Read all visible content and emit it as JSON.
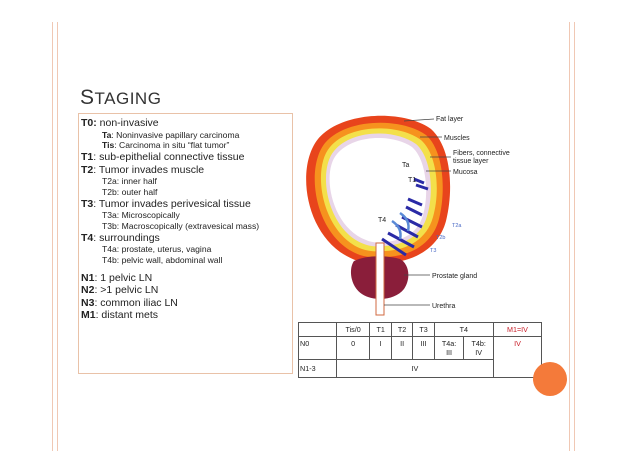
{
  "slide": {
    "title_cap": "S",
    "title_rest": "TAGING",
    "accent_color": "#f47a3a",
    "line_color": "#f0c8b4"
  },
  "textbox": {
    "t0": {
      "code": "T0:",
      "text": " non-invasive"
    },
    "ta": {
      "code": "Ta",
      "text": ": Noninvasive papillary carcinoma"
    },
    "tis": {
      "code": "Tis",
      "text": ": Carcinoma  in situ “flat tumor”"
    },
    "t1": {
      "code": "T1",
      "text": ":  sub-epithelial connective tissue"
    },
    "t2": {
      "code": "T2",
      "text": ": Tumor invades muscle"
    },
    "t2a": "T2a: inner half",
    "t2b": "T2b: outer half",
    "t3": {
      "code": "T3",
      "text": ": Tumor invades perivesical tissue"
    },
    "t3a": "T3a: Microscopically",
    "t3b": "T3b: Macroscopically (extravesical mass)",
    "t4": {
      "code": "T4",
      "text": ": surroundings"
    },
    "t4a": "T4a: prostate, uterus, vagina",
    "t4b": "T4b: pelvic wall, abdominal wall",
    "n1": {
      "code": "N1",
      "text": ": 1 pelvic LN"
    },
    "n2": {
      "code": "N2",
      "text": ": >1 pelvic LN"
    },
    "n3": {
      "code": "N3",
      "text": ":  common iliac LN"
    },
    "m1": {
      "code": "M1",
      "text": ": distant mets"
    }
  },
  "diagram": {
    "labels": {
      "fat_layer": "Fat layer",
      "muscles": "Muscles",
      "fibers_1": "Fibers, connective",
      "fibers_2": "tissue layer",
      "mucosa": "Mucosa",
      "prostate": "Prostate gland",
      "urethra": "Urethra",
      "ta": "Ta",
      "t1": "T1",
      "t4": "T4",
      "t2a": "T2a",
      "t2b": "T2b",
      "t3": "T3"
    }
  },
  "table": {
    "header": [
      "",
      "Tis/0",
      "T1",
      "T2",
      "T3",
      "T4",
      "M1=IV"
    ],
    "row_n0": {
      "label": "N0",
      "cells": [
        "0",
        "I",
        "II",
        "III"
      ],
      "t4a": [
        "T4a:",
        "III"
      ],
      "t4b": [
        "T4b:",
        "IV"
      ],
      "m1": "IV"
    },
    "row_n13": {
      "label": "N1-3",
      "value": "IV"
    }
  }
}
